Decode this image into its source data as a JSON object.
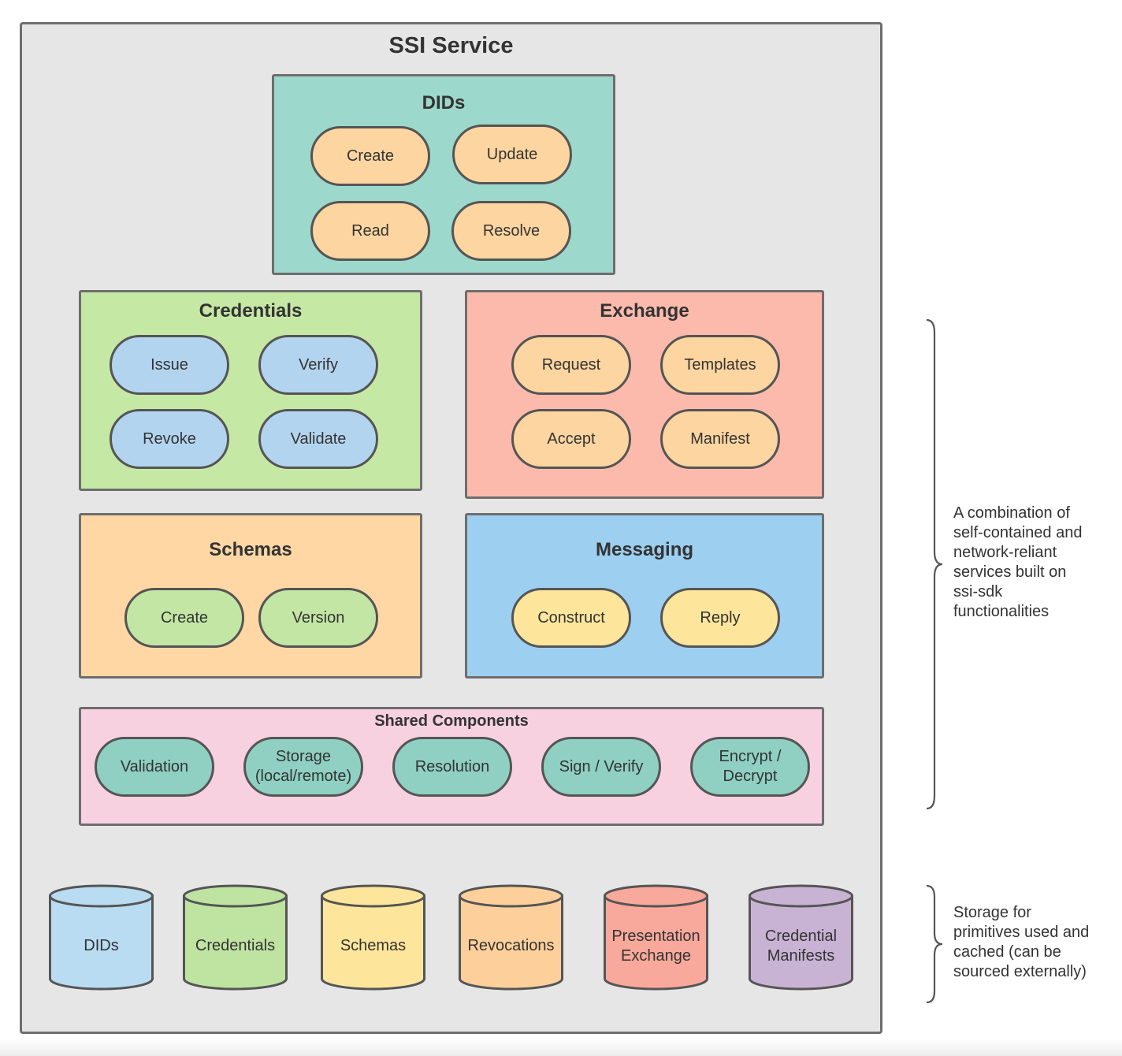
{
  "title": "SSI Service",
  "dids": {
    "title": "DIDs",
    "items": [
      "Create",
      "Update",
      "Read",
      "Resolve"
    ]
  },
  "credentials": {
    "title": "Credentials",
    "items": [
      "Issue",
      "Verify",
      "Revoke",
      "Validate"
    ]
  },
  "exchange": {
    "title": "Exchange",
    "items": [
      "Request",
      "Templates",
      "Accept",
      "Manifest"
    ]
  },
  "schemas": {
    "title": "Schemas",
    "items": [
      "Create",
      "Version"
    ]
  },
  "messaging": {
    "title": "Messaging",
    "items": [
      "Construct",
      "Reply"
    ]
  },
  "shared": {
    "title": "Shared Components",
    "items": [
      "Validation",
      "Storage\n(local/remote)",
      "Resolution",
      "Sign / Verify",
      "Encrypt /\nDecrypt"
    ]
  },
  "storage": {
    "items": [
      "DIDs",
      "Credentials",
      "Schemas",
      "Revocations",
      "Presentation\nExchange",
      "Credential\nManifests"
    ],
    "colors": [
      "#b9dcf2",
      "#bfe3a1",
      "#fde69c",
      "#fdd09b",
      "#f8a99b",
      "#c8b3d4"
    ]
  },
  "notes": {
    "services": "A combination of\nself-contained and\nnetwork-reliant\nservices built on\nssi-sdk\nfunctionalities",
    "storage": "Storage for\nprimitives used and\ncached (can be\nsourced externally)"
  },
  "colors": {
    "dids_bg": "#9cd8cb",
    "credentials_bg": "#c6e8a5",
    "exchange_bg": "#fcbaad",
    "schemas_bg": "#fed7a5",
    "messaging_bg": "#9ccff0",
    "shared_bg": "#f8d1e1"
  }
}
